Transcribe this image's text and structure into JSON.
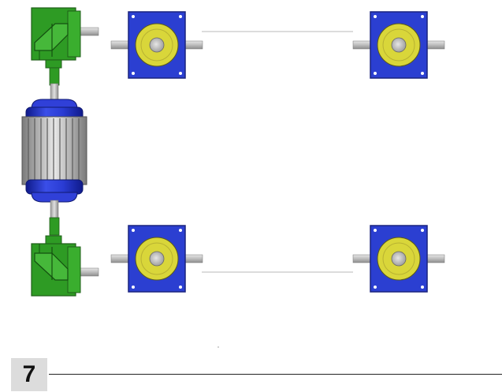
{
  "figure": {
    "number": "7"
  },
  "colors": {
    "gearbox_body": "#2b3fd1",
    "gearbox_edge": "#1a237e",
    "gear_disc": "#d9d63a",
    "gear_ring": "#bdb82a",
    "gear_hub": "#b8b8b8",
    "bevel_green": "#2e9b24",
    "bevel_green_dark": "#1f6e18",
    "shaft": "#c8c8c8",
    "motor_blue": "#2030c0",
    "motor_fins": "#bdbdbd",
    "connecting_rod": "#bfbfbf"
  },
  "components": {
    "worm_gearboxes": [
      "top-left-gearbox",
      "top-right-gearbox",
      "bottom-left-gearbox",
      "bottom-right-gearbox"
    ],
    "bevel_gearboxes": [
      "top-bevel-gearbox",
      "bottom-bevel-gearbox"
    ],
    "motor": "electric-motor"
  }
}
